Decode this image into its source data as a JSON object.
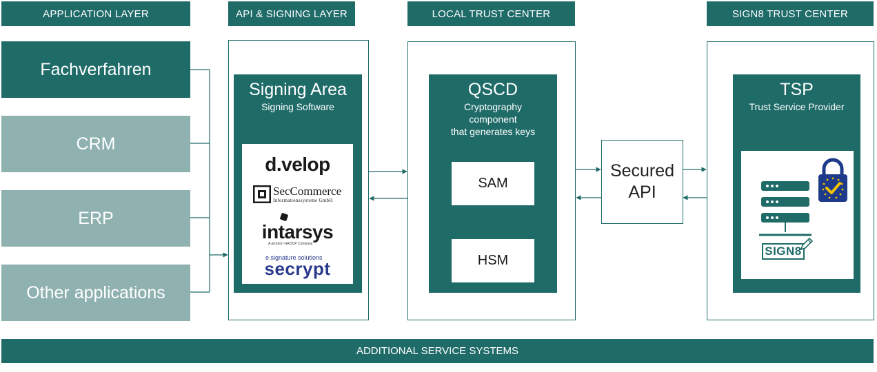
{
  "headers": {
    "application_layer": "APPLICATION LAYER",
    "api_signing_layer": "API & SIGNING LAYER",
    "local_trust_center": "LOCAL TRUST CENTER",
    "sign8_trust_center": "SIGN8 TRUST CENTER"
  },
  "applications": [
    "Fachverfahren",
    "CRM",
    "ERP",
    "Other applications"
  ],
  "signing_area": {
    "title": "Signing Area",
    "subtitle": "Signing Software",
    "logos": {
      "dvelop": "d.velop",
      "seccommerce_name": "SecCommerce",
      "seccommerce_sub": "Informationssysteme GmbH",
      "intarsys": "intarsys",
      "intarsys_sub": "A procilon GROUP Company",
      "secrypt_tagline": "e.signature solutions",
      "secrypt": "secrypt"
    }
  },
  "qscd": {
    "title": "QSCD",
    "subtitle_lines": [
      "Cryptography",
      "component",
      "that generates keys"
    ],
    "sam": "SAM",
    "hsm": "HSM"
  },
  "secured_api": {
    "line1": "Secured",
    "line2": "API"
  },
  "tsp": {
    "title": "TSP",
    "subtitle": "Trust Service Provider",
    "logo_text": "SIGN8",
    "icons": [
      "server-stack-icon",
      "padlock-checkmark-icon",
      "pen-icon"
    ]
  },
  "footer": {
    "label": "ADDITIONAL SERVICE SYSTEMS"
  },
  "colors": {
    "primary": "#1f6b68",
    "light": "#8fb1b0",
    "eu_blue": "#1e3a8a",
    "eu_gold": "#f5c400"
  }
}
